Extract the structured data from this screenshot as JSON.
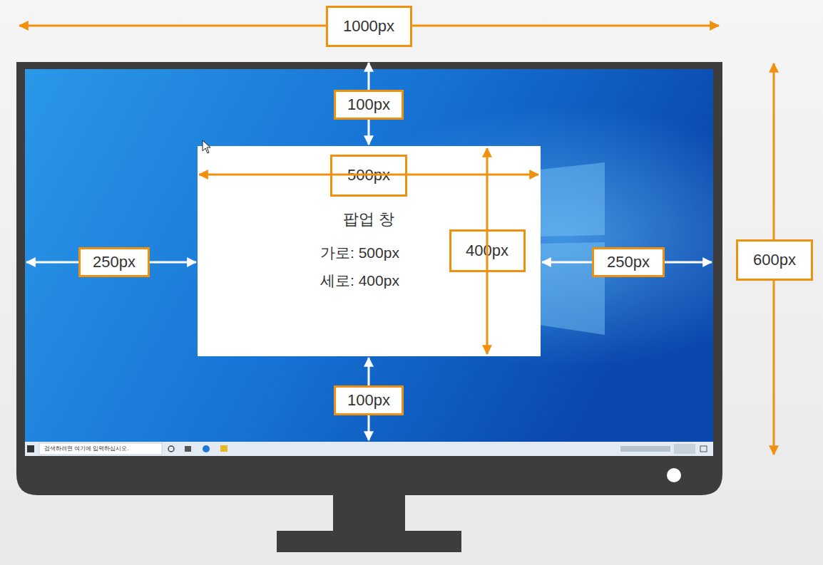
{
  "diagram": {
    "nodes": [
      {
        "text": [
          "1000px"
        ]
      },
      {
        "text": [
          "100px"
        ]
      },
      {
        "text": [
          "팝업 창",
          "가로: 500px",
          "세로: 400px"
        ]
      },
      {
        "text": [
          "500px"
        ],
        "in": 2
      },
      {
        "text": [
          "400px"
        ],
        "in": 2
      },
      {
        "text": [
          "250px"
        ]
      },
      {
        "text": [
          "250px"
        ]
      },
      {
        "text": [
          "600px"
        ]
      },
      {
        "text": [
          "100px"
        ]
      }
    ],
    "labels": [
      "검색하려면 여기에 입력하십시오."
    ]
  }
}
